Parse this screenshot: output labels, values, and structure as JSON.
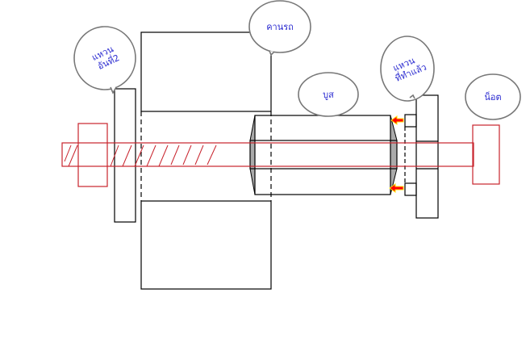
{
  "labels": {
    "washer2_line1": "แหวน",
    "washer2_line2": "อันที่2",
    "beam": "คานรถ",
    "bush": "บูส",
    "made_washer_line1": "แหวน",
    "made_washer_line2": "ที่ทำแล้ว",
    "nut": "น็อต"
  },
  "colors": {
    "bolt": "#c8232c",
    "label": "#2a2ad0",
    "arrow": "#ff0000"
  }
}
